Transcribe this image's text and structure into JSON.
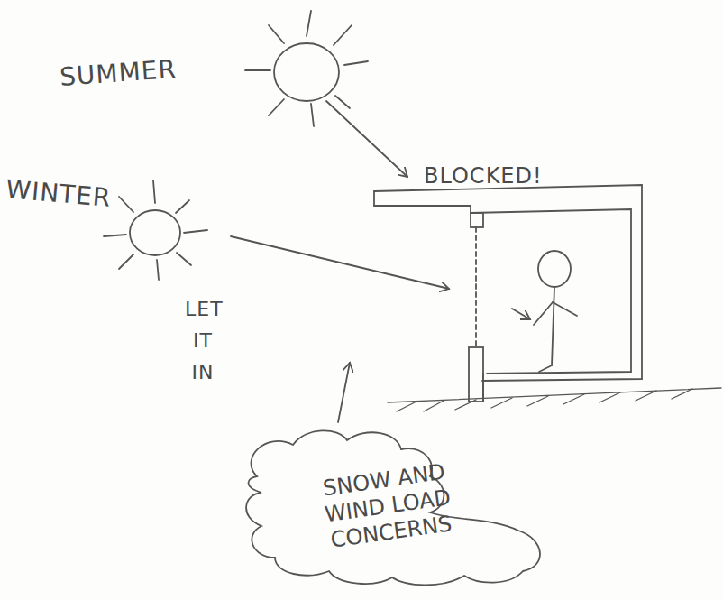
{
  "diagram": {
    "nodes": [
      {
        "text": [
          "SNOW AND WIND LOAD CONCERNS"
        ]
      }
    ],
    "labels": [
      "SUMMER",
      "WINTER",
      "BLOCKED!",
      "LET IT IN"
    ]
  }
}
